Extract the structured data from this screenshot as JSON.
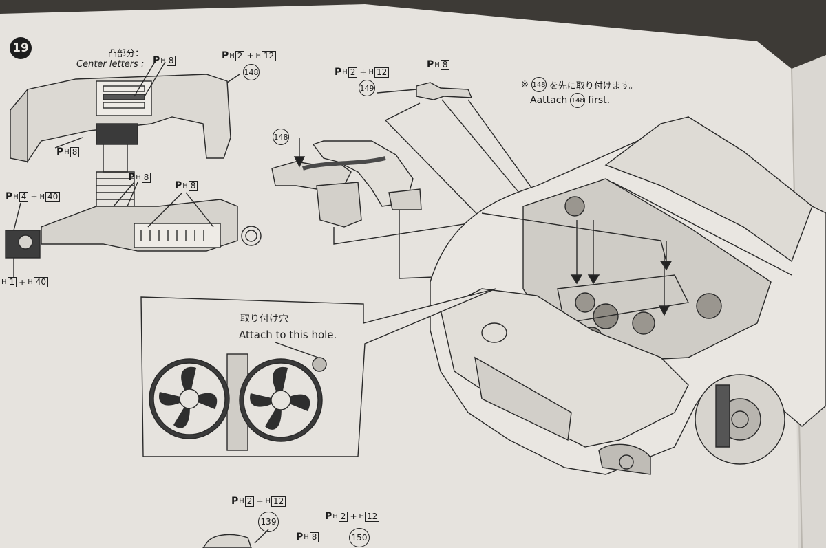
{
  "step": {
    "number": "19"
  },
  "top_left": {
    "center_letters_jp": "凸部分：",
    "center_letters_en": "Center letters :",
    "code_center": {
      "p": "P",
      "h": "H",
      "num": "8"
    },
    "code_top_right": {
      "p": "P",
      "h": "H",
      "num1": "2",
      "plus": "+",
      "h2": "H",
      "num2": "12"
    },
    "part_148": "148",
    "code_left_mid": {
      "p": "P",
      "h": "H",
      "num": "8"
    },
    "code_duct1": {
      "p": "P",
      "h": "H",
      "num": "8"
    },
    "code_duct2": {
      "p": "P",
      "h": "H",
      "num": "8"
    },
    "code_left_a": {
      "p": "P",
      "h": "H",
      "num1": "4",
      "plus": "+",
      "h2": "H",
      "num2": "40"
    },
    "code_left_b": {
      "h": "H",
      "num1": "1",
      "plus": "+",
      "h2": "H",
      "num2": "40"
    }
  },
  "middle": {
    "code_hose": {
      "p": "P",
      "h": "H",
      "num1": "2",
      "plus": "+",
      "h2": "H",
      "num2": "12"
    },
    "part_149": "149",
    "code_clip": {
      "p": "P",
      "h": "H",
      "num": "8"
    },
    "part_148b": "148"
  },
  "note": {
    "symbol": "※",
    "part": "148",
    "jp": "を先に取り付けます。",
    "en_pre": "Aattach",
    "en_post": "first."
  },
  "fan_callout": {
    "jp": "取り付け穴",
    "en": "Attach to this hole."
  },
  "bottom": {
    "code_a": {
      "p": "P",
      "h": "H",
      "num1": "2",
      "plus": "+",
      "h2": "H",
      "num2": "12"
    },
    "part_139": "139",
    "code_b": {
      "p": "P",
      "h": "H",
      "num1": "2",
      "plus": "+",
      "h2": "H",
      "num2": "12"
    },
    "code_c": {
      "p": "P",
      "h": "H",
      "num": "8"
    },
    "part_150": "150"
  }
}
